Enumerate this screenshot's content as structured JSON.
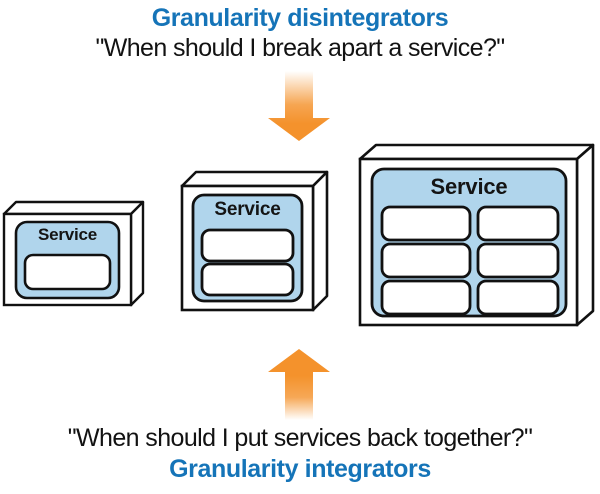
{
  "diagram": {
    "title": "Service granularity: disintegrators and integrators",
    "background_color": "#ffffff",
    "accent_blue": "#1574b8",
    "accent_orange": "#f4922c",
    "panel_blue": "#b0d5ec",
    "outline_black": "#111111",
    "box_face_white": "#ffffff"
  },
  "top_caption": {
    "heading": "Granularity disintegrators",
    "question": "\"When should I break apart a service?\""
  },
  "bottom_caption": {
    "question": "\"When should I put services back together?\"",
    "heading": "Granularity integrators"
  },
  "arrows": [
    {
      "name": "down-arrow",
      "direction": "down",
      "color": "#f4922c",
      "fade": "top"
    },
    {
      "name": "up-arrow",
      "direction": "up",
      "color": "#f4922c",
      "fade": "bottom"
    }
  ],
  "services": [
    {
      "id": "small",
      "label": "Service",
      "component_count": 1,
      "columns": 1,
      "rows": 1
    },
    {
      "id": "medium",
      "label": "Service",
      "component_count": 2,
      "columns": 1,
      "rows": 2
    },
    {
      "id": "large",
      "label": "Service",
      "component_count": 6,
      "columns": 2,
      "rows": 3
    }
  ]
}
